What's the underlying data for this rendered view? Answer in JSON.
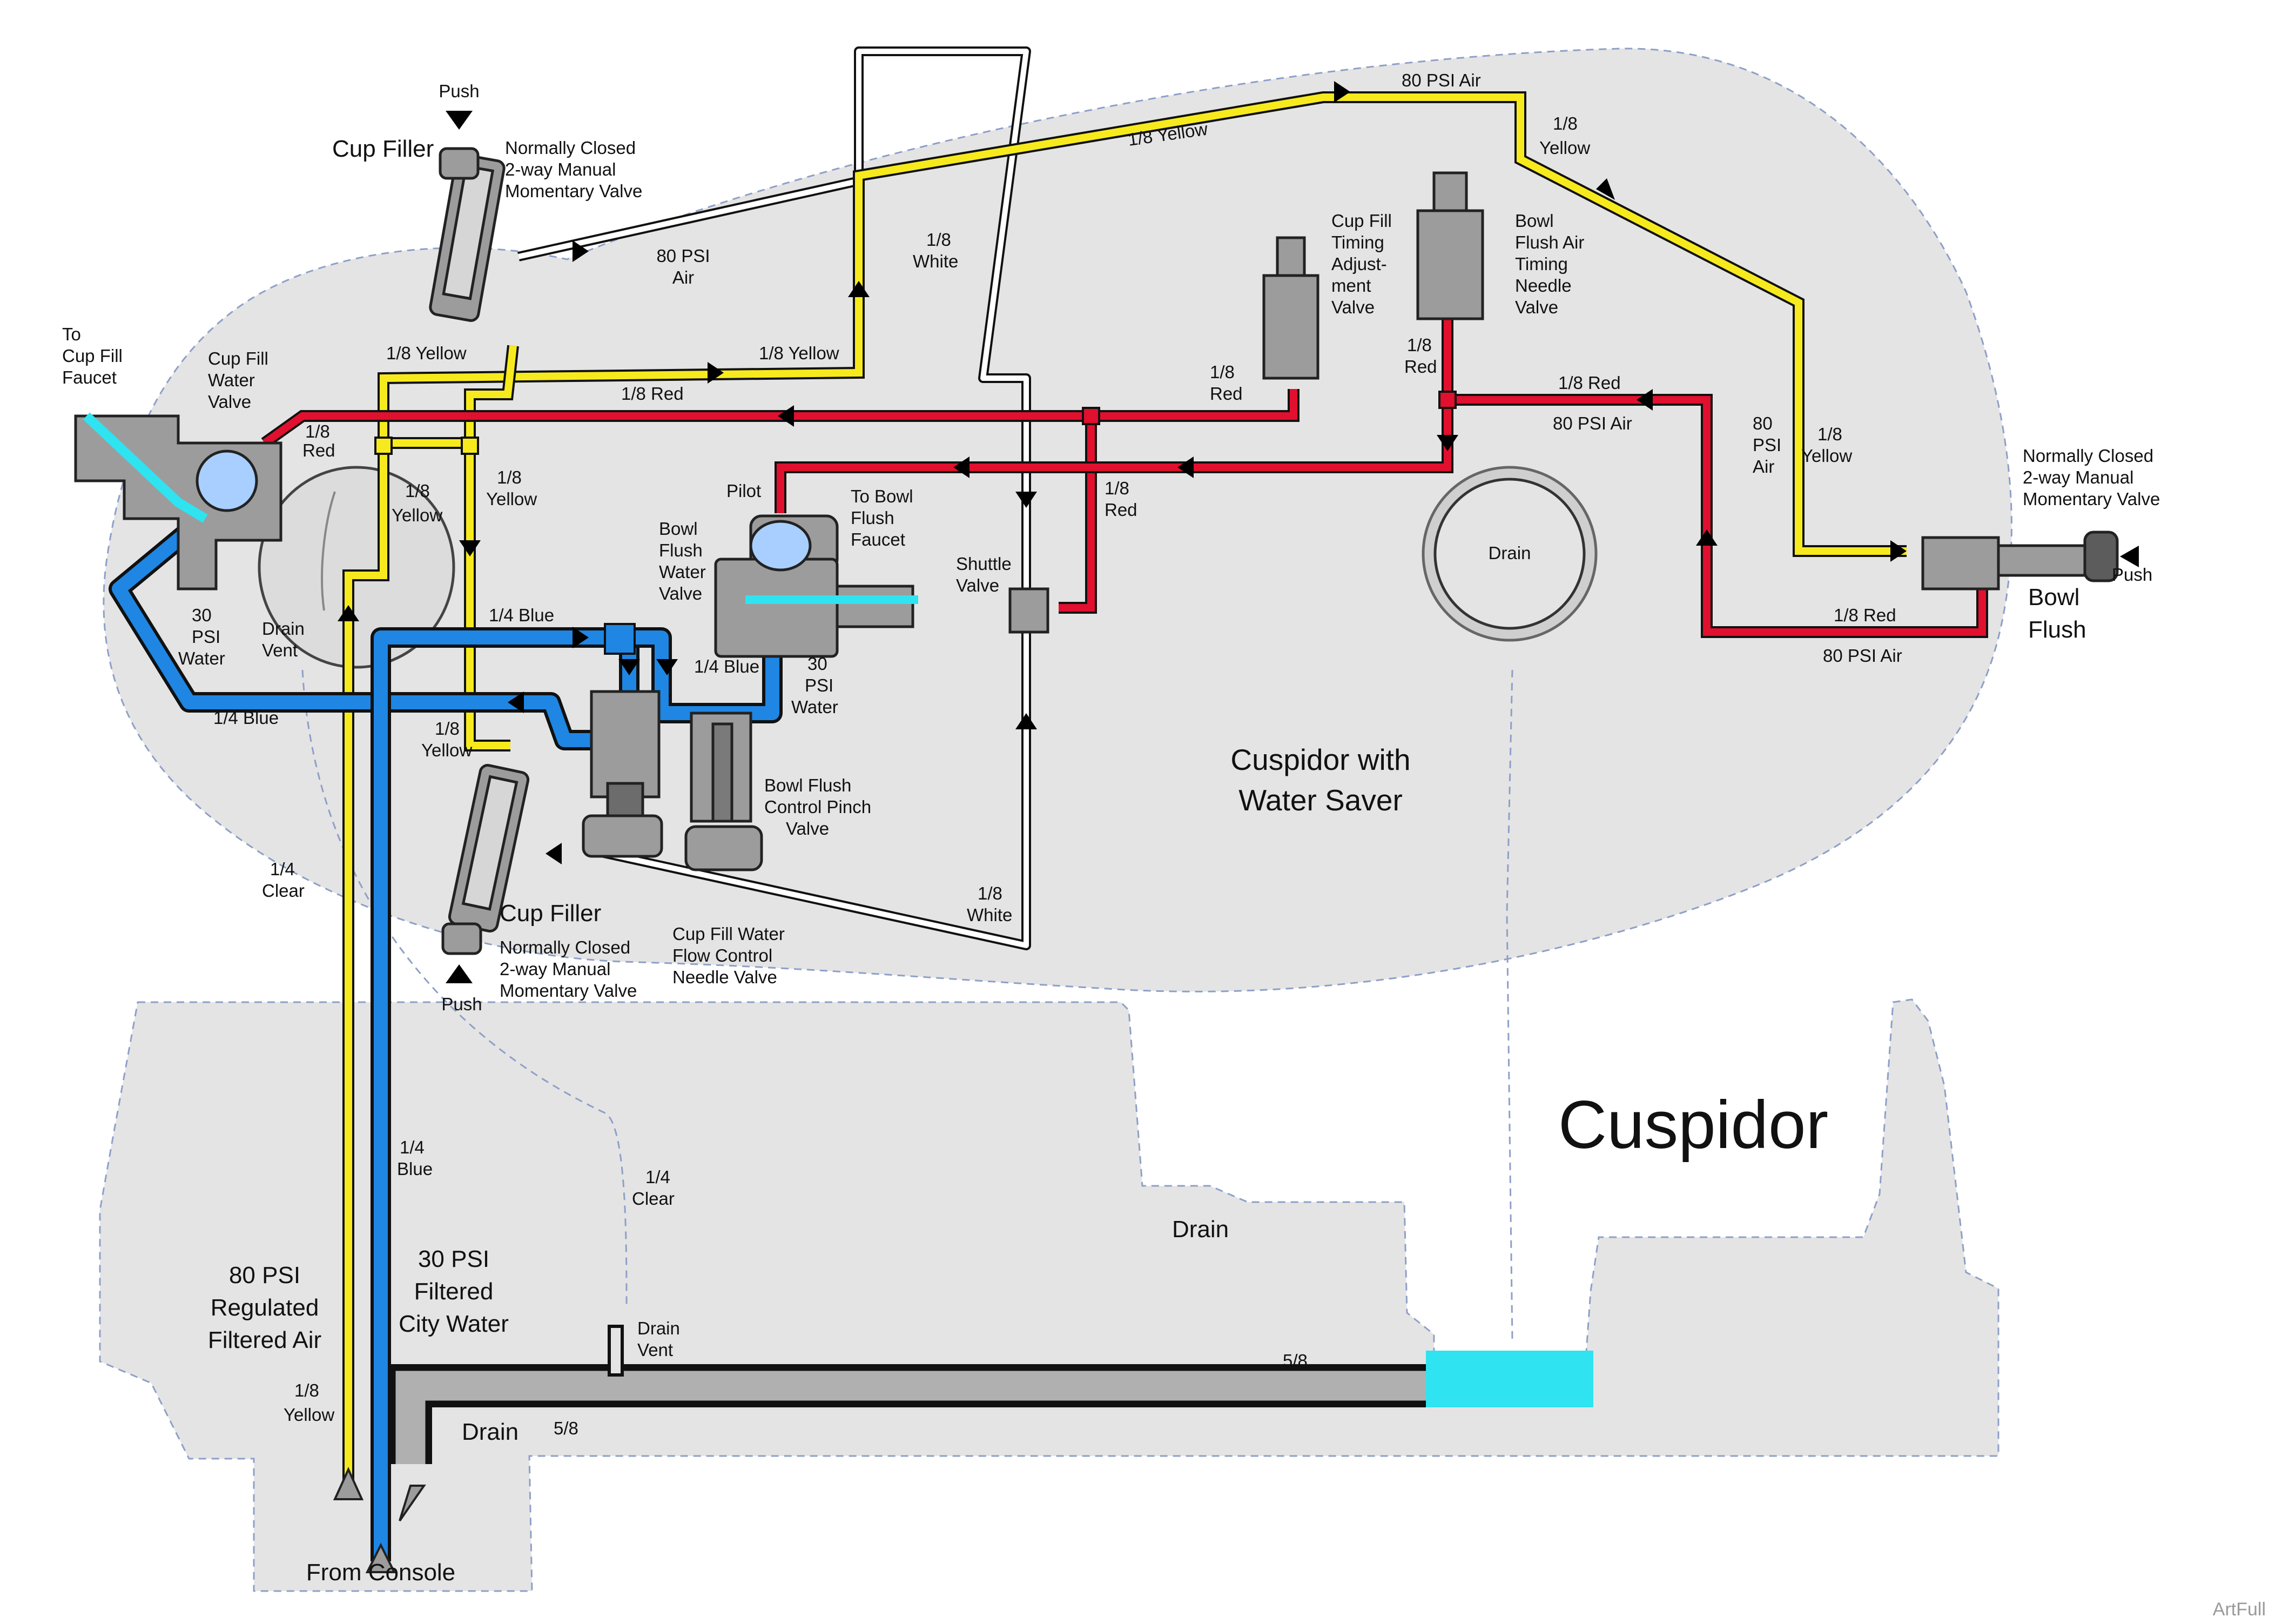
{
  "title": "Cuspidor",
  "subtitle": [
    "Cuspidor with",
    "Water Saver"
  ],
  "watermark": "ArtFull",
  "colors": {
    "air_yellow": "#f6ea1e",
    "water_blue": "#1f86e4",
    "red_line": "#e0102e",
    "white_line": "#ffffff",
    "cyan_water": "#2fe3f0",
    "drain_gray": "#b0b0b0",
    "panel_gray": "#e4e4e4",
    "valve_gray": "#9c9c9c",
    "dark_gray": "#5c5c5c"
  },
  "icons": [
    "flow-arrow-icon",
    "push-arrow-icon",
    "valve-icon",
    "drain-icon",
    "inlet-triangle-icon"
  ],
  "labels": {
    "push_top": "Push",
    "cup_filler_top": "Cup Filler",
    "nc_valve_top": [
      "Normally Closed",
      "2-way Manual",
      "Momentary Valve"
    ],
    "air_80_mid": [
      "80 PSI",
      "Air"
    ],
    "to_cup_fill_faucet": [
      "To",
      "Cup Fill",
      "Faucet"
    ],
    "cup_fill_water_valve": [
      "Cup Fill",
      "Water",
      "Valve"
    ],
    "yellow_18_a": "1/8 Yellow",
    "yellow_18_b": "1/8 Yellow",
    "red_18_a": "1/8 Red",
    "red_18_b": [
      "1/8",
      "Red"
    ],
    "yellow_18_c": [
      "1/8",
      "Yellow"
    ],
    "yellow_18_d": [
      "1/8",
      "Yellow"
    ],
    "white_18_a": [
      "1/8",
      "White"
    ],
    "yellow_18_top": "1/8 Yellow",
    "air_80_top": "80 PSI Air",
    "yellow_18_e": [
      "1/8",
      "Yellow"
    ],
    "cup_fill_timing": [
      "Cup Fill",
      "Timing",
      "Adjust-",
      "ment",
      "Valve"
    ],
    "bowl_flush_air": [
      "Bowl",
      "Flush Air",
      "Timing",
      "Needle",
      "Valve"
    ],
    "red_18_c": [
      "1/8",
      "Red"
    ],
    "red_18_d": [
      "1/8",
      "Red"
    ],
    "red_18_e": "1/8 Red",
    "air_80_red": "80 PSI Air",
    "air_80_vert": [
      "80",
      "PSI",
      "Air"
    ],
    "yellow_18_f": [
      "1/8",
      "Yellow"
    ],
    "nc_valve_right": [
      "Normally Closed",
      "2-way Manual",
      "Momentary Valve"
    ],
    "push_right": "Push",
    "bowl_flush": [
      "Bowl",
      "Flush"
    ],
    "red_18_f": "1/8 Red",
    "air_80_bottom": "80 PSI Air",
    "drain_circle": "Drain",
    "pilot": "Pilot",
    "to_bowl_flush_faucet": [
      "To Bowl",
      "Flush",
      "Faucet"
    ],
    "bowl_flush_water_valve": [
      "Bowl",
      "Flush",
      "Water",
      "Valve"
    ],
    "shuttle_valve": [
      "Shuttle",
      "Valve"
    ],
    "red_18_g": [
      "1/8",
      "Red"
    ],
    "psi30_water_left": [
      "30",
      "PSI",
      "Water"
    ],
    "drain_vent_top": [
      "Drain",
      "Vent"
    ],
    "blue_14_a": "1/4 Blue",
    "blue_14_b": "1/4 Blue",
    "blue_14_c": "1/4 Blue",
    "psi30_water_mid": [
      "30",
      "PSI",
      "Water"
    ],
    "yellow_18_g": [
      "1/8",
      "Yellow"
    ],
    "bowl_flush_pinch": [
      "Bowl Flush",
      "Control Pinch",
      "Valve"
    ],
    "white_18_b": [
      "1/8",
      "White"
    ],
    "clear_14_a": [
      "1/4",
      "Clear"
    ],
    "cup_filler_bottom": "Cup Filler",
    "nc_valve_bottom": [
      "Normally Closed",
      "2-way Manual",
      "Momentary Valve"
    ],
    "cup_fill_flow": [
      "Cup Fill Water",
      "Flow Control",
      "Needle Valve"
    ],
    "push_bottom": "Push",
    "blue_14_d": [
      "1/4",
      "Blue"
    ],
    "clear_14_b": [
      "1/4",
      "Clear"
    ],
    "drain_mid": "Drain",
    "air_80_regulated": [
      "80 PSI",
      "Regulated",
      "Filtered Air"
    ],
    "city_water": [
      "30 PSI",
      "Filtered",
      "City Water"
    ],
    "yellow_18_h": [
      "1/8",
      "Yellow"
    ],
    "drain_vent_bottom": [
      "Drain",
      "Vent"
    ],
    "size_58_a": "5/8",
    "size_58_b": "5/8",
    "drain_bottom": "Drain",
    "from_console": "From Console"
  }
}
